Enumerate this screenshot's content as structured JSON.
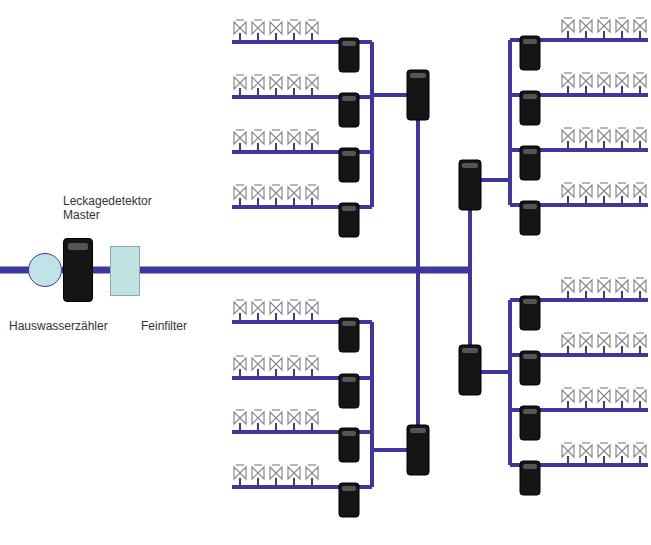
{
  "diagram": {
    "nodes": [
      {
        "text": [
          "Hauswasserzähler"
        ]
      },
      {
        "text": [
          "Leckagedetektor Master"
        ]
      },
      {
        "text": [
          "Feinfilter"
        ]
      }
    ],
    "edges": [
      {
        "from": 0,
        "to": 1,
        "arrow": "none"
      },
      {
        "from": 1,
        "to": 2,
        "arrow": "none"
      }
    ]
  }
}
